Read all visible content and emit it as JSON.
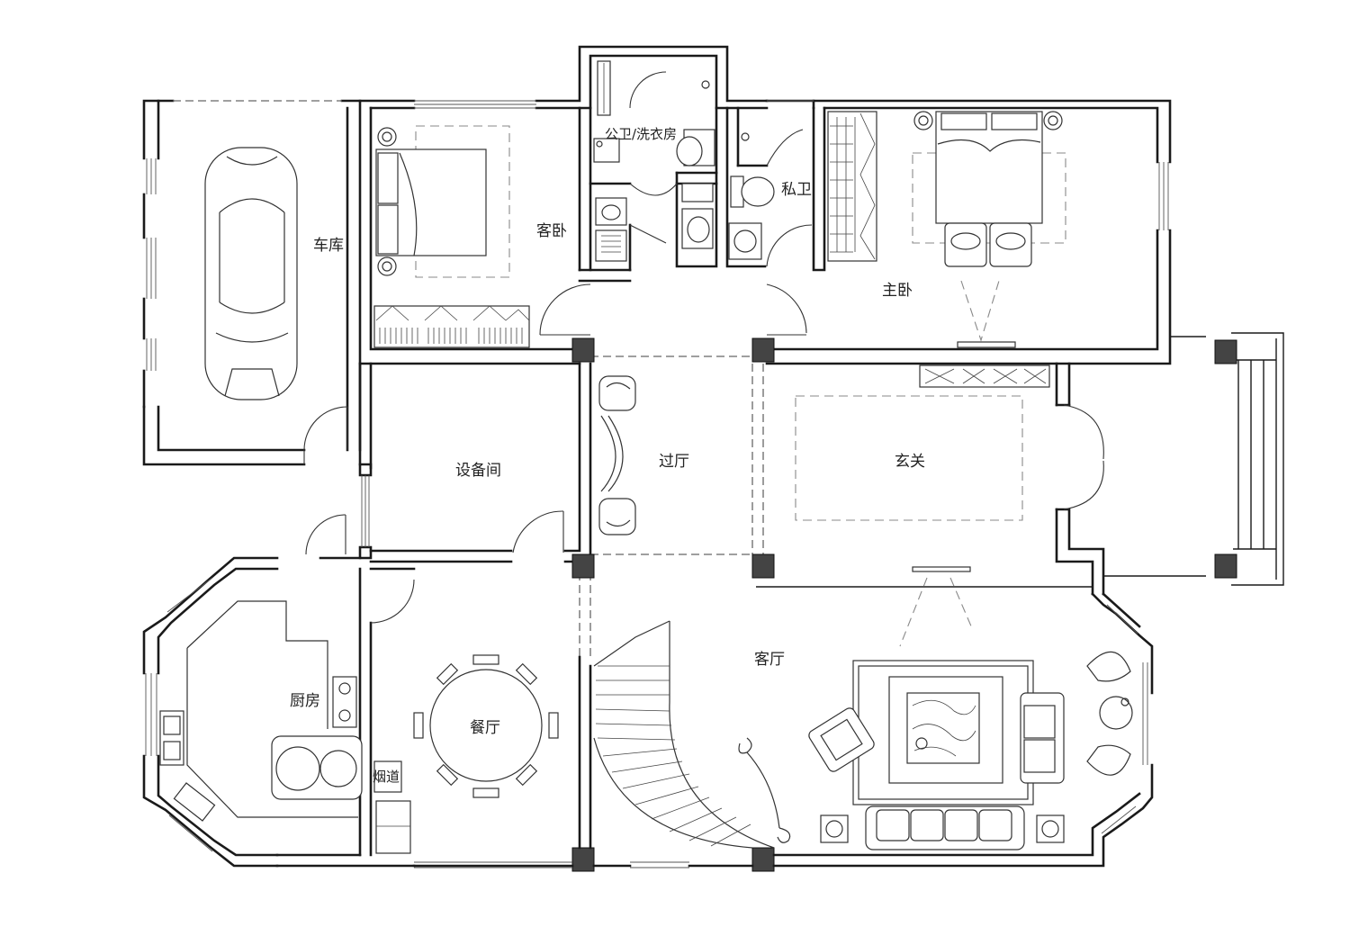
{
  "plan": {
    "rooms": {
      "garage": "车库",
      "guest_bedroom": "客卧",
      "public_bath_laundry": "公卫/洗衣房",
      "private_bath": "私卫",
      "master_bedroom": "主卧",
      "equipment_room": "设备间",
      "hall": "过厅",
      "foyer": "玄关",
      "kitchen": "厨房",
      "dining_room": "餐厅",
      "chimney": "烟道",
      "living_room": "客厅"
    },
    "colors": {
      "wall": "#1a1a1a",
      "column": "#444444",
      "background": "#ffffff"
    }
  }
}
